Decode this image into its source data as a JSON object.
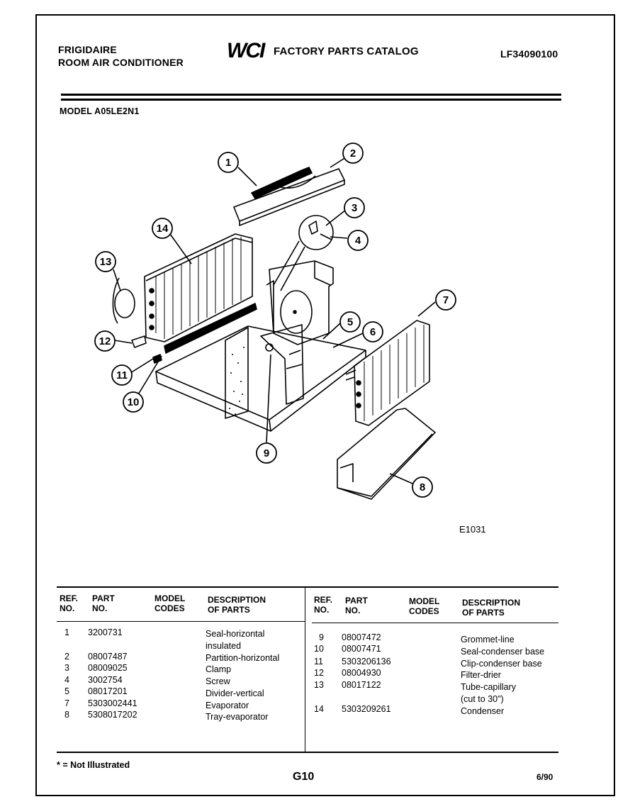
{
  "header": {
    "brand": "FRIGIDAIRE",
    "product": "ROOM AIR CONDITIONER",
    "logo_text": "WCI",
    "catalog_title": "FACTORY PARTS CATALOG",
    "catalog_number": "LF34090100"
  },
  "model_line": "MODEL A05LE2N1",
  "diagram": {
    "figure_id": "E1031",
    "callouts": [
      "1",
      "2",
      "3",
      "4",
      "5",
      "6",
      "7",
      "8",
      "9",
      "10",
      "11",
      "12",
      "13",
      "14"
    ]
  },
  "table": {
    "headers_left": {
      "ref_no": [
        "REF.",
        "NO."
      ],
      "part_no": [
        "PART",
        "NO."
      ],
      "model_codes": [
        "MODEL",
        "CODES"
      ],
      "description": [
        "DESCRIPTION",
        "OF PARTS"
      ]
    },
    "headers_right": {
      "ref_no": [
        "REF.",
        "NO."
      ],
      "part_no": [
        "PART",
        "NO."
      ],
      "model_codes": [
        "MODEL",
        "CODES"
      ],
      "description": [
        "DESCRIPTION",
        "OF PARTS"
      ]
    },
    "left_rows": [
      {
        "ref": "1",
        "part": "3200731",
        "desc": "Seal-horizontal"
      },
      {
        "ref": "",
        "part": "",
        "desc": "insulated"
      },
      {
        "ref": "2",
        "part": "08007487",
        "desc": "Partition-horizontal"
      },
      {
        "ref": "3",
        "part": "08009025",
        "desc": "Clamp"
      },
      {
        "ref": "4",
        "part": "3002754",
        "desc": "Screw"
      },
      {
        "ref": "5",
        "part": "08017201",
        "desc": "Divider-vertical"
      },
      {
        "ref": "7",
        "part": "5303002441",
        "desc": "Evaporator"
      },
      {
        "ref": "8",
        "part": "5308017202",
        "desc": "Tray-evaporator"
      }
    ],
    "right_rows": [
      {
        "ref": "9",
        "part": "08007472",
        "desc": "Grommet-line"
      },
      {
        "ref": "10",
        "part": "08007471",
        "desc": "Seal-condenser base"
      },
      {
        "ref": "11",
        "part": "5303206136",
        "desc": "Clip-condenser base"
      },
      {
        "ref": "12",
        "part": "08004930",
        "desc": "Filter-drier"
      },
      {
        "ref": "13",
        "part": "08017122",
        "desc": "Tube-capillary"
      },
      {
        "ref": "",
        "part": "",
        "desc": "(cut to 30\")"
      },
      {
        "ref": "14",
        "part": "5303209261",
        "desc": "Condenser"
      }
    ]
  },
  "footer": {
    "note": "* = Not Illustrated",
    "page": "G10",
    "date": "6/90"
  }
}
